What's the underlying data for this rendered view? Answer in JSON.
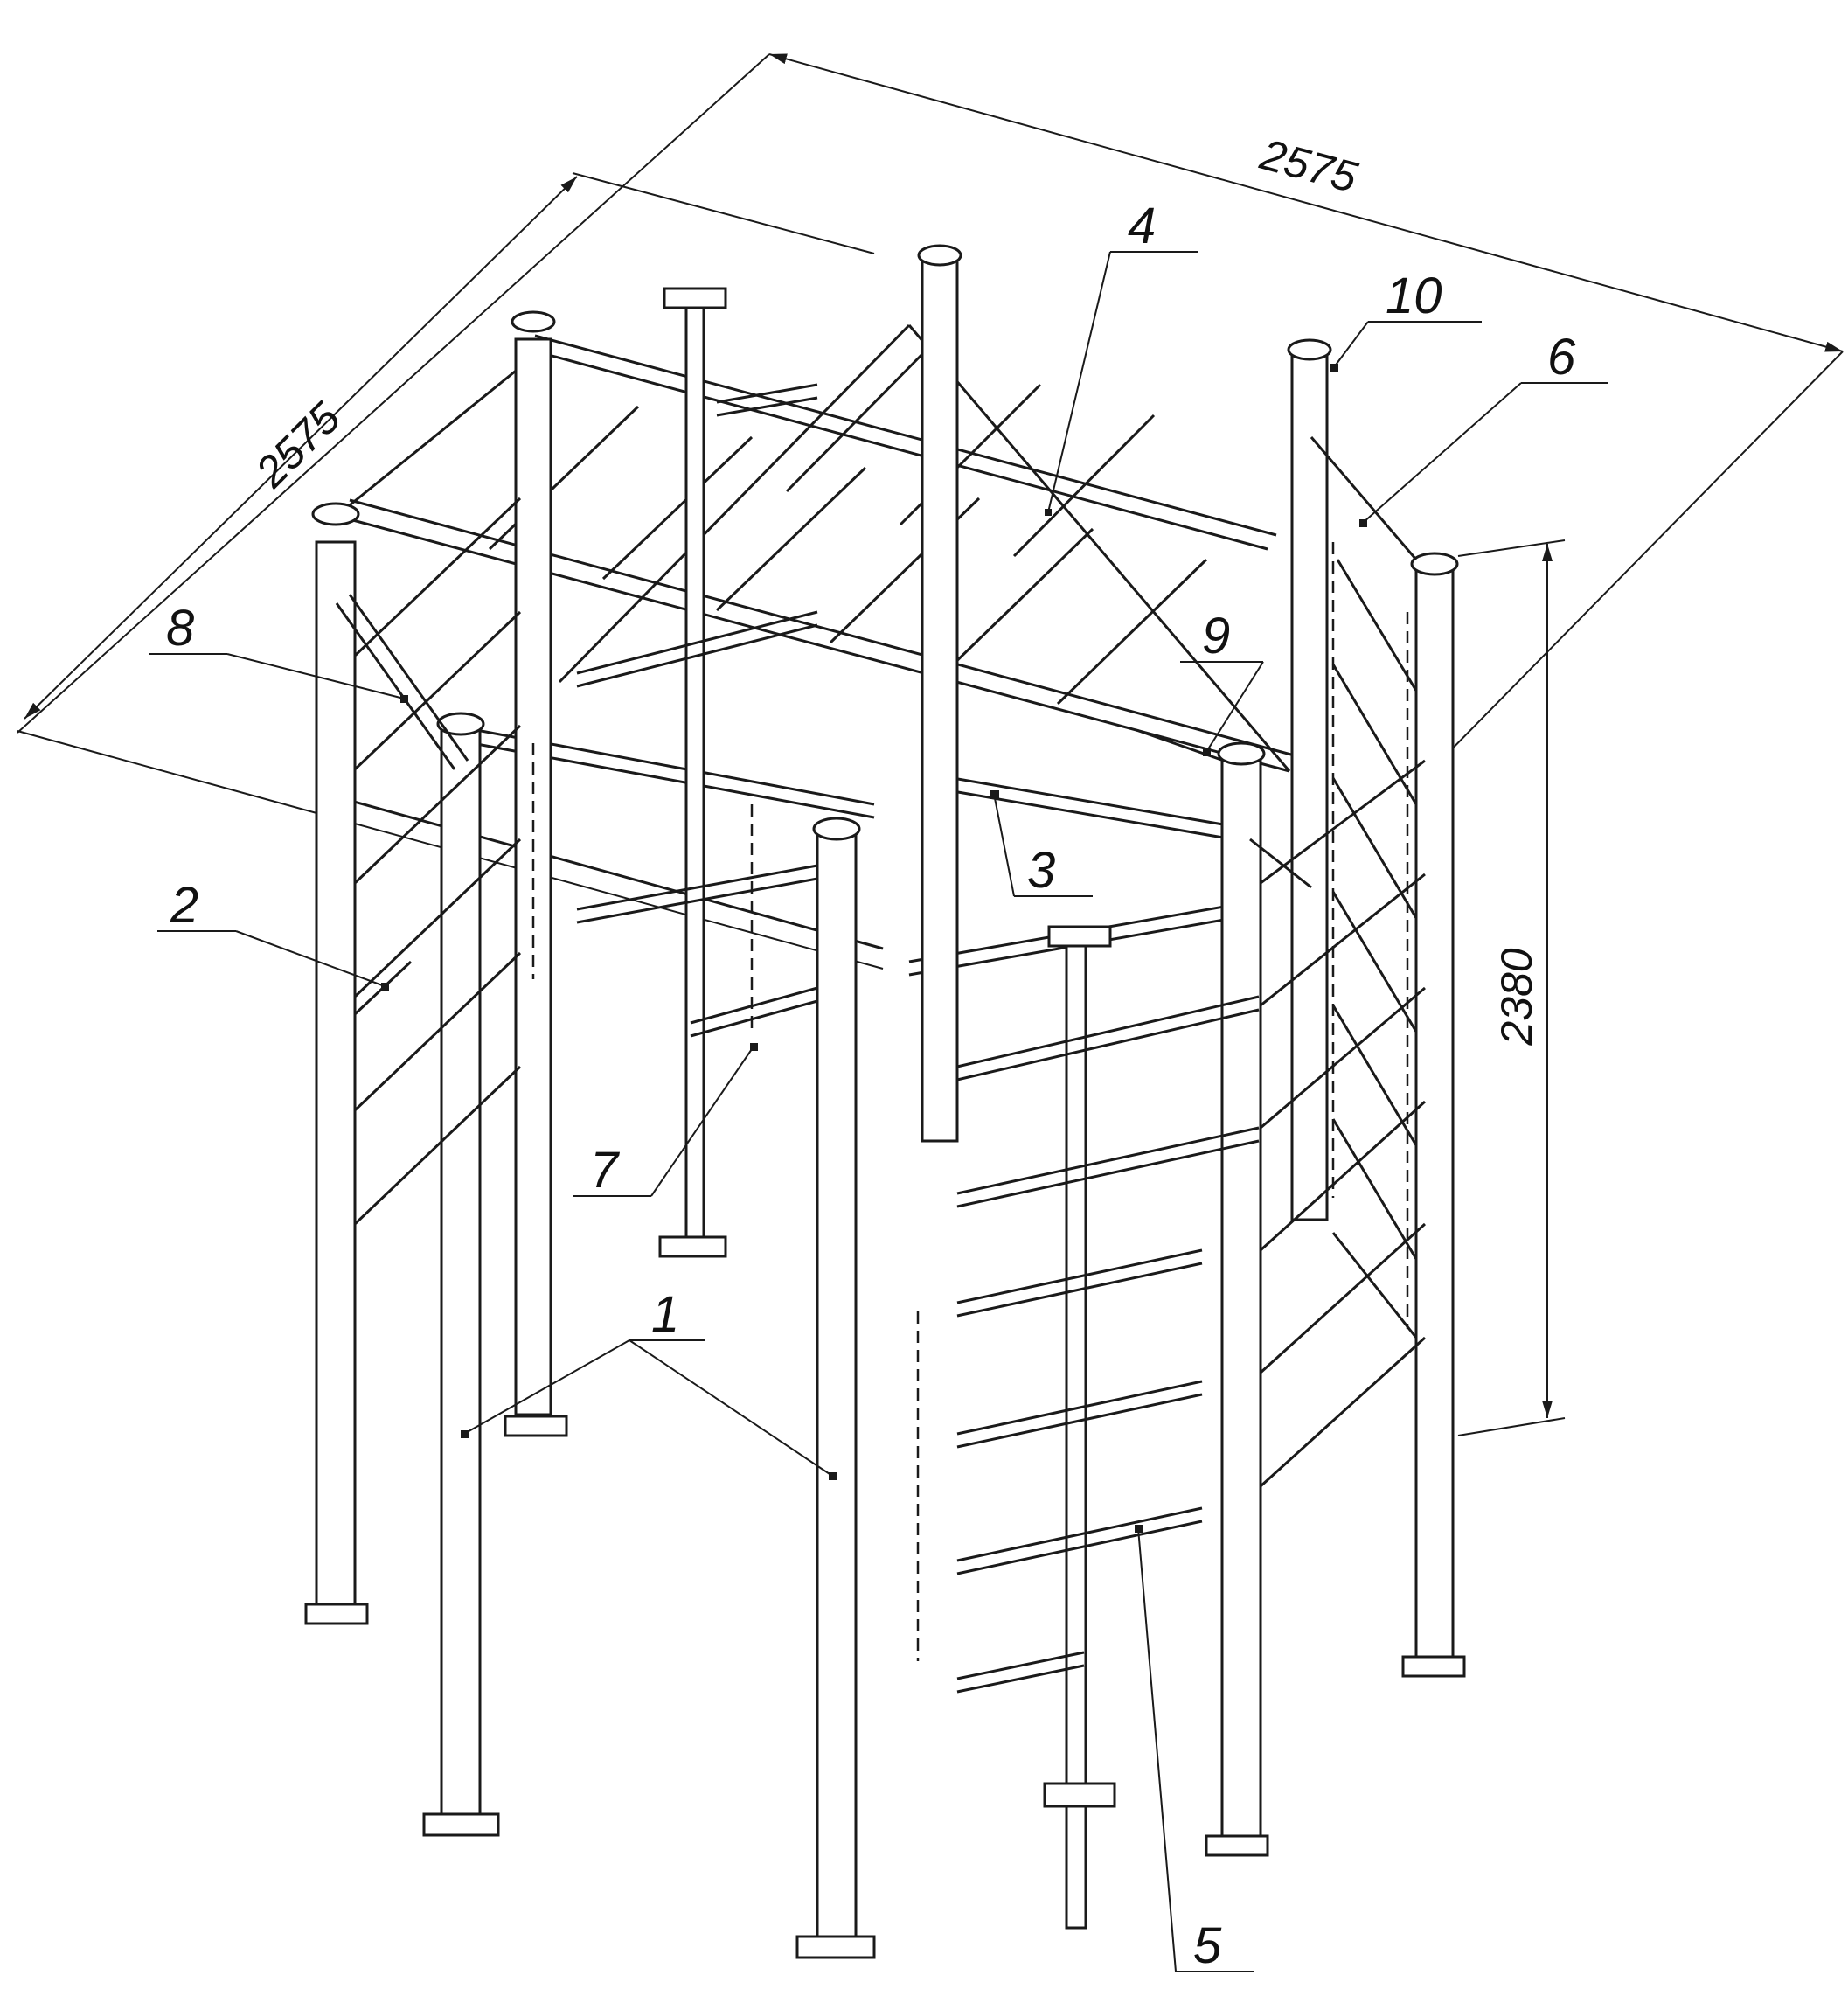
{
  "dimensions": {
    "depth": "2575",
    "width": "2575",
    "height": "2380"
  },
  "callouts": [
    {
      "id": "c1",
      "text": "1"
    },
    {
      "id": "c2",
      "text": "2"
    },
    {
      "id": "c3",
      "text": "3"
    },
    {
      "id": "c4",
      "text": "4"
    },
    {
      "id": "c5",
      "text": "5"
    },
    {
      "id": "c6",
      "text": "6"
    },
    {
      "id": "c7",
      "text": "7"
    },
    {
      "id": "c8",
      "text": "8"
    },
    {
      "id": "c9",
      "text": "9"
    },
    {
      "id": "c10",
      "text": "10"
    }
  ],
  "colors": {
    "line": "#1a1a1a",
    "background": "#ffffff"
  }
}
